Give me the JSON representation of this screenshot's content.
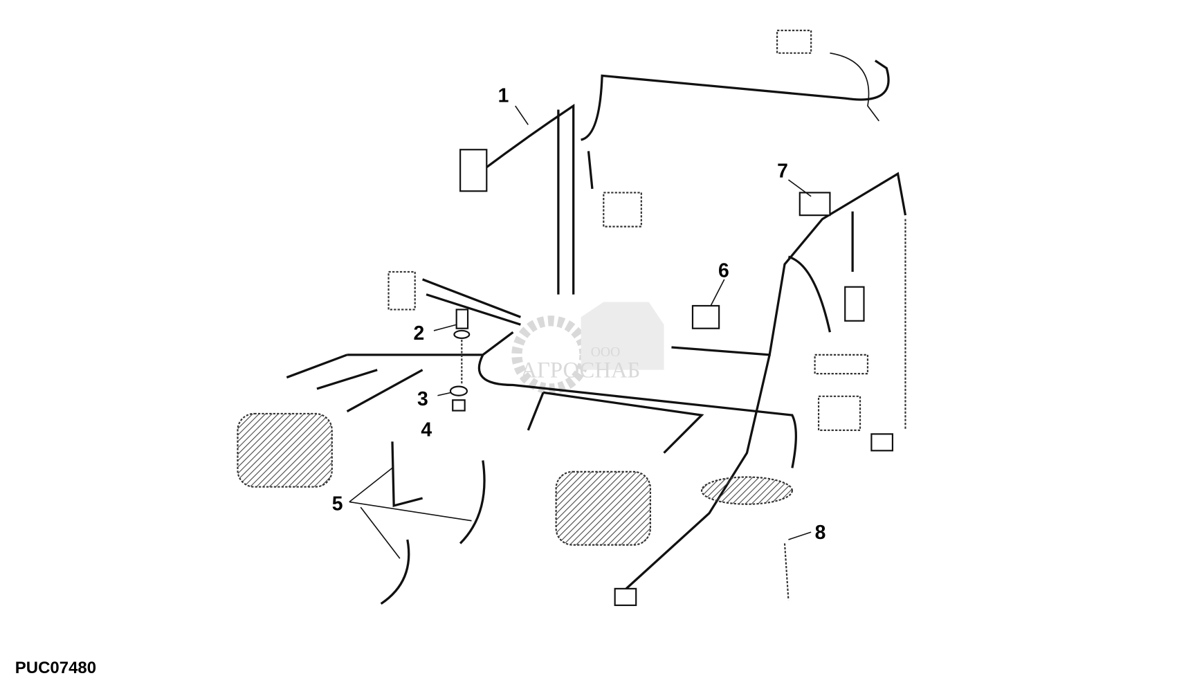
{
  "diagram": {
    "code": "PUC07480",
    "callouts": [
      "1",
      "2",
      "3",
      "4",
      "5",
      "6",
      "7",
      "8"
    ],
    "watermark": {
      "prefix": "ООО",
      "name": "АГРОСНАБ"
    }
  }
}
